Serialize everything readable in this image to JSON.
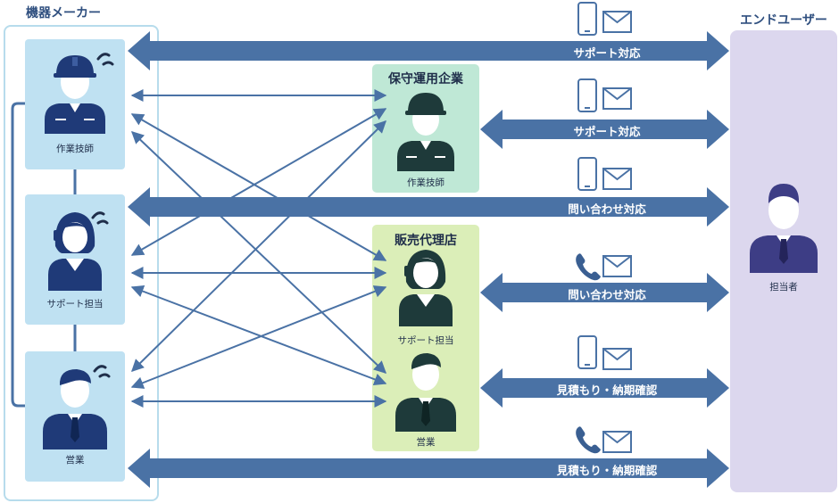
{
  "groups": {
    "maker": {
      "title": "機器メーカー"
    },
    "end_user": {
      "title": "エンドユーザー"
    },
    "maintenance": {
      "title": "保守運用企業"
    },
    "agency": {
      "title": "販売代理店"
    }
  },
  "people": {
    "maker_engineer": "作業技師",
    "maker_support": "サポート担当",
    "maker_sales": "営業",
    "maintenance_engineer": "作業技師",
    "agency_support": "サポート担当",
    "agency_sales": "営業",
    "end_user_person": "担当者"
  },
  "channels": [
    {
      "label": "サポート対応",
      "icons": [
        "smartphone-icon",
        "mail-icon"
      ]
    },
    {
      "label": "サポート対応",
      "icons": [
        "smartphone-icon",
        "mail-icon"
      ]
    },
    {
      "label": "問い合わせ対応",
      "icons": [
        "smartphone-icon",
        "mail-icon"
      ]
    },
    {
      "label": "問い合わせ対応",
      "icons": [
        "phone-icon",
        "mail-icon"
      ]
    },
    {
      "label": "見積もり・納期確認",
      "icons": [
        "smartphone-icon",
        "mail-icon"
      ]
    },
    {
      "label": "見積もり・納期確認",
      "icons": [
        "phone-icon",
        "mail-icon"
      ]
    }
  ],
  "colors": {
    "arrow": "#4a72a5",
    "maker_card": "#bfe1f2",
    "maker_frame": "#b7dcec",
    "end_user_panel": "#dcd7ee",
    "maintenance_card": "#bfe8d6",
    "agency_card": "#dbeeb8",
    "person_navy": "#1f3a78",
    "person_teal": "#1e3a3a",
    "person_purple": "#3d3d85",
    "accent_dark": "#1f2e4a"
  }
}
